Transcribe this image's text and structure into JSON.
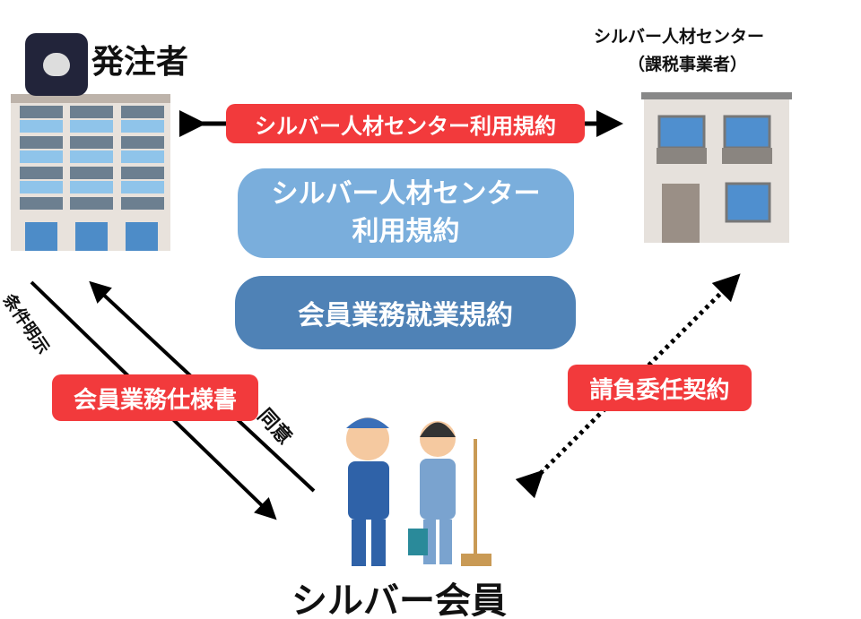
{
  "orderer": {
    "label": "発注者"
  },
  "center": {
    "label_line1": "シルバー人材センター",
    "label_line2": "（課税事業者）"
  },
  "top_contract": {
    "label": "シルバー人材センター利用規約"
  },
  "center_boxes": [
    {
      "line1": "シルバー人材センター",
      "line2": "利用規約"
    },
    {
      "line1": "会員業務就業規約"
    }
  ],
  "left_arrows": {
    "condition_label": "条件明示",
    "spec_label": "会員業務仕様書",
    "agree_label": "同意"
  },
  "right_arrow": {
    "label": "請負委任契約"
  },
  "member": {
    "label": "シルバー会員"
  },
  "colors": {
    "red": "#f23a3c",
    "light_blue": "#7aaedc",
    "dark_blue": "#4f82b6",
    "app_icon": "#22243a"
  }
}
